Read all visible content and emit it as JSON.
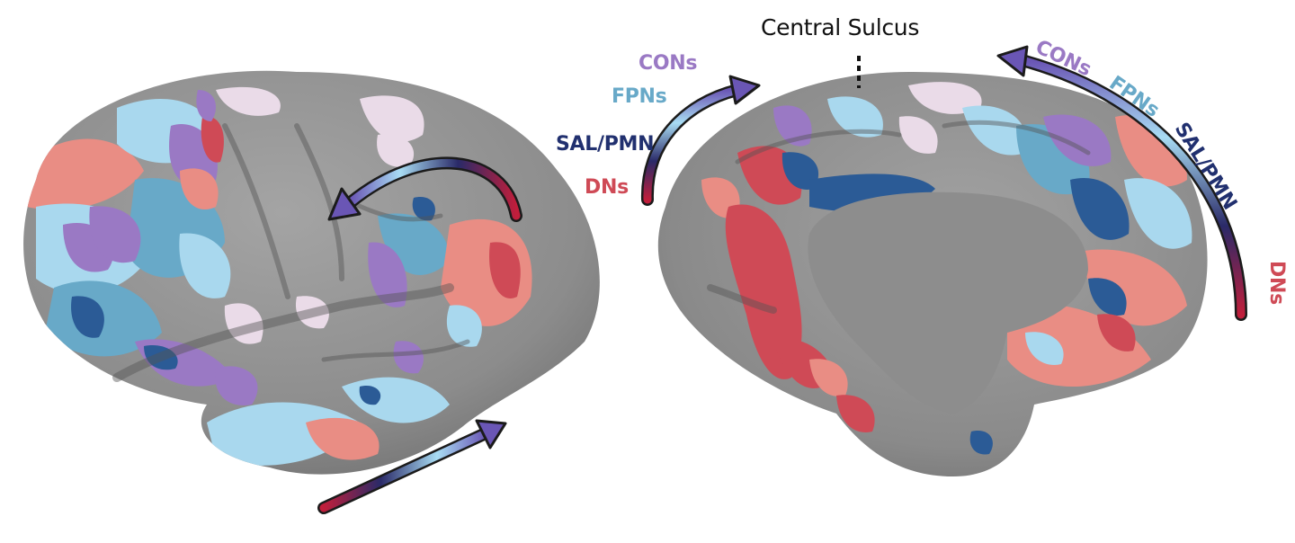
{
  "annotation": {
    "central_sulcus": "Central Sulcus"
  },
  "networks": {
    "cons": "CONs",
    "fpns": "FPNs",
    "sal_pmn": "SAL/PMN",
    "dns": "DNs"
  },
  "colors": {
    "background": "#ffffff",
    "cortex_gray": "#8e8e8e",
    "cons": "#9a79c4",
    "fpns": "#68a9c8",
    "fpns_light": "#a9d8ee",
    "sal_pmn": "#21306f",
    "sal_pmn_patch": "#2b5b96",
    "dns": "#cf4a56",
    "dns_light": "#e98d84",
    "pale_pink": "#eadbe8",
    "arrow_start": "#c01e3b",
    "arrow_mid_dark": "#2a2a68",
    "arrow_mid_light": "#a8dcf3",
    "arrow_end": "#6a56b5"
  }
}
